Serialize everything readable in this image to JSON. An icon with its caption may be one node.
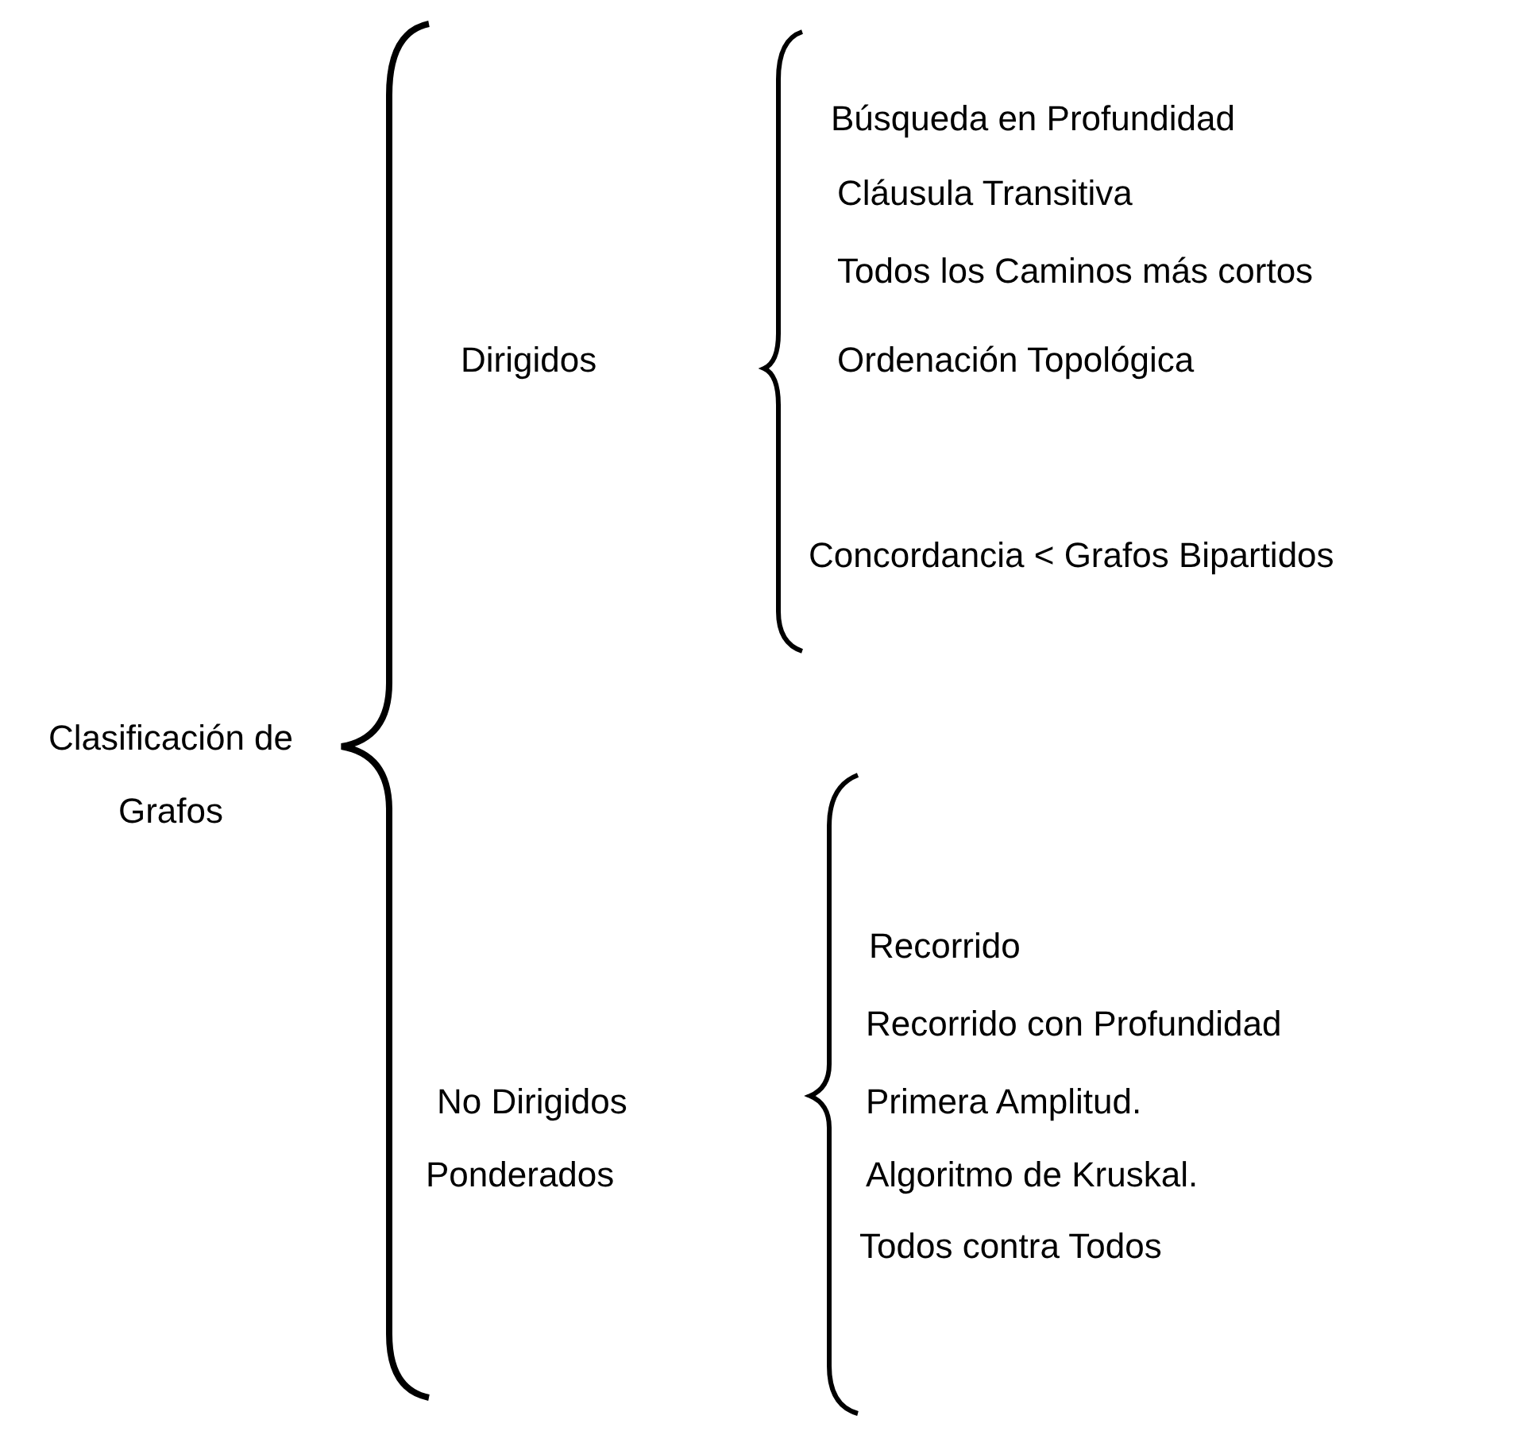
{
  "diagram": {
    "labels": [
      "Clasificación de Grafos",
      "Dirigidos",
      "Búsqueda en Profundidad",
      "Cláusula Transitiva",
      "Todos los Caminos más cortos",
      "Ordenación Topológica",
      "Concordancia < Grafos Bipartidos",
      "No Dirigidos",
      "Ponderados",
      "Recorrido",
      "Recorrido con Profundidad",
      "Primera Amplitud.",
      "Algoritmo de Kruskal.",
      "Todos contra Todos"
    ]
  }
}
